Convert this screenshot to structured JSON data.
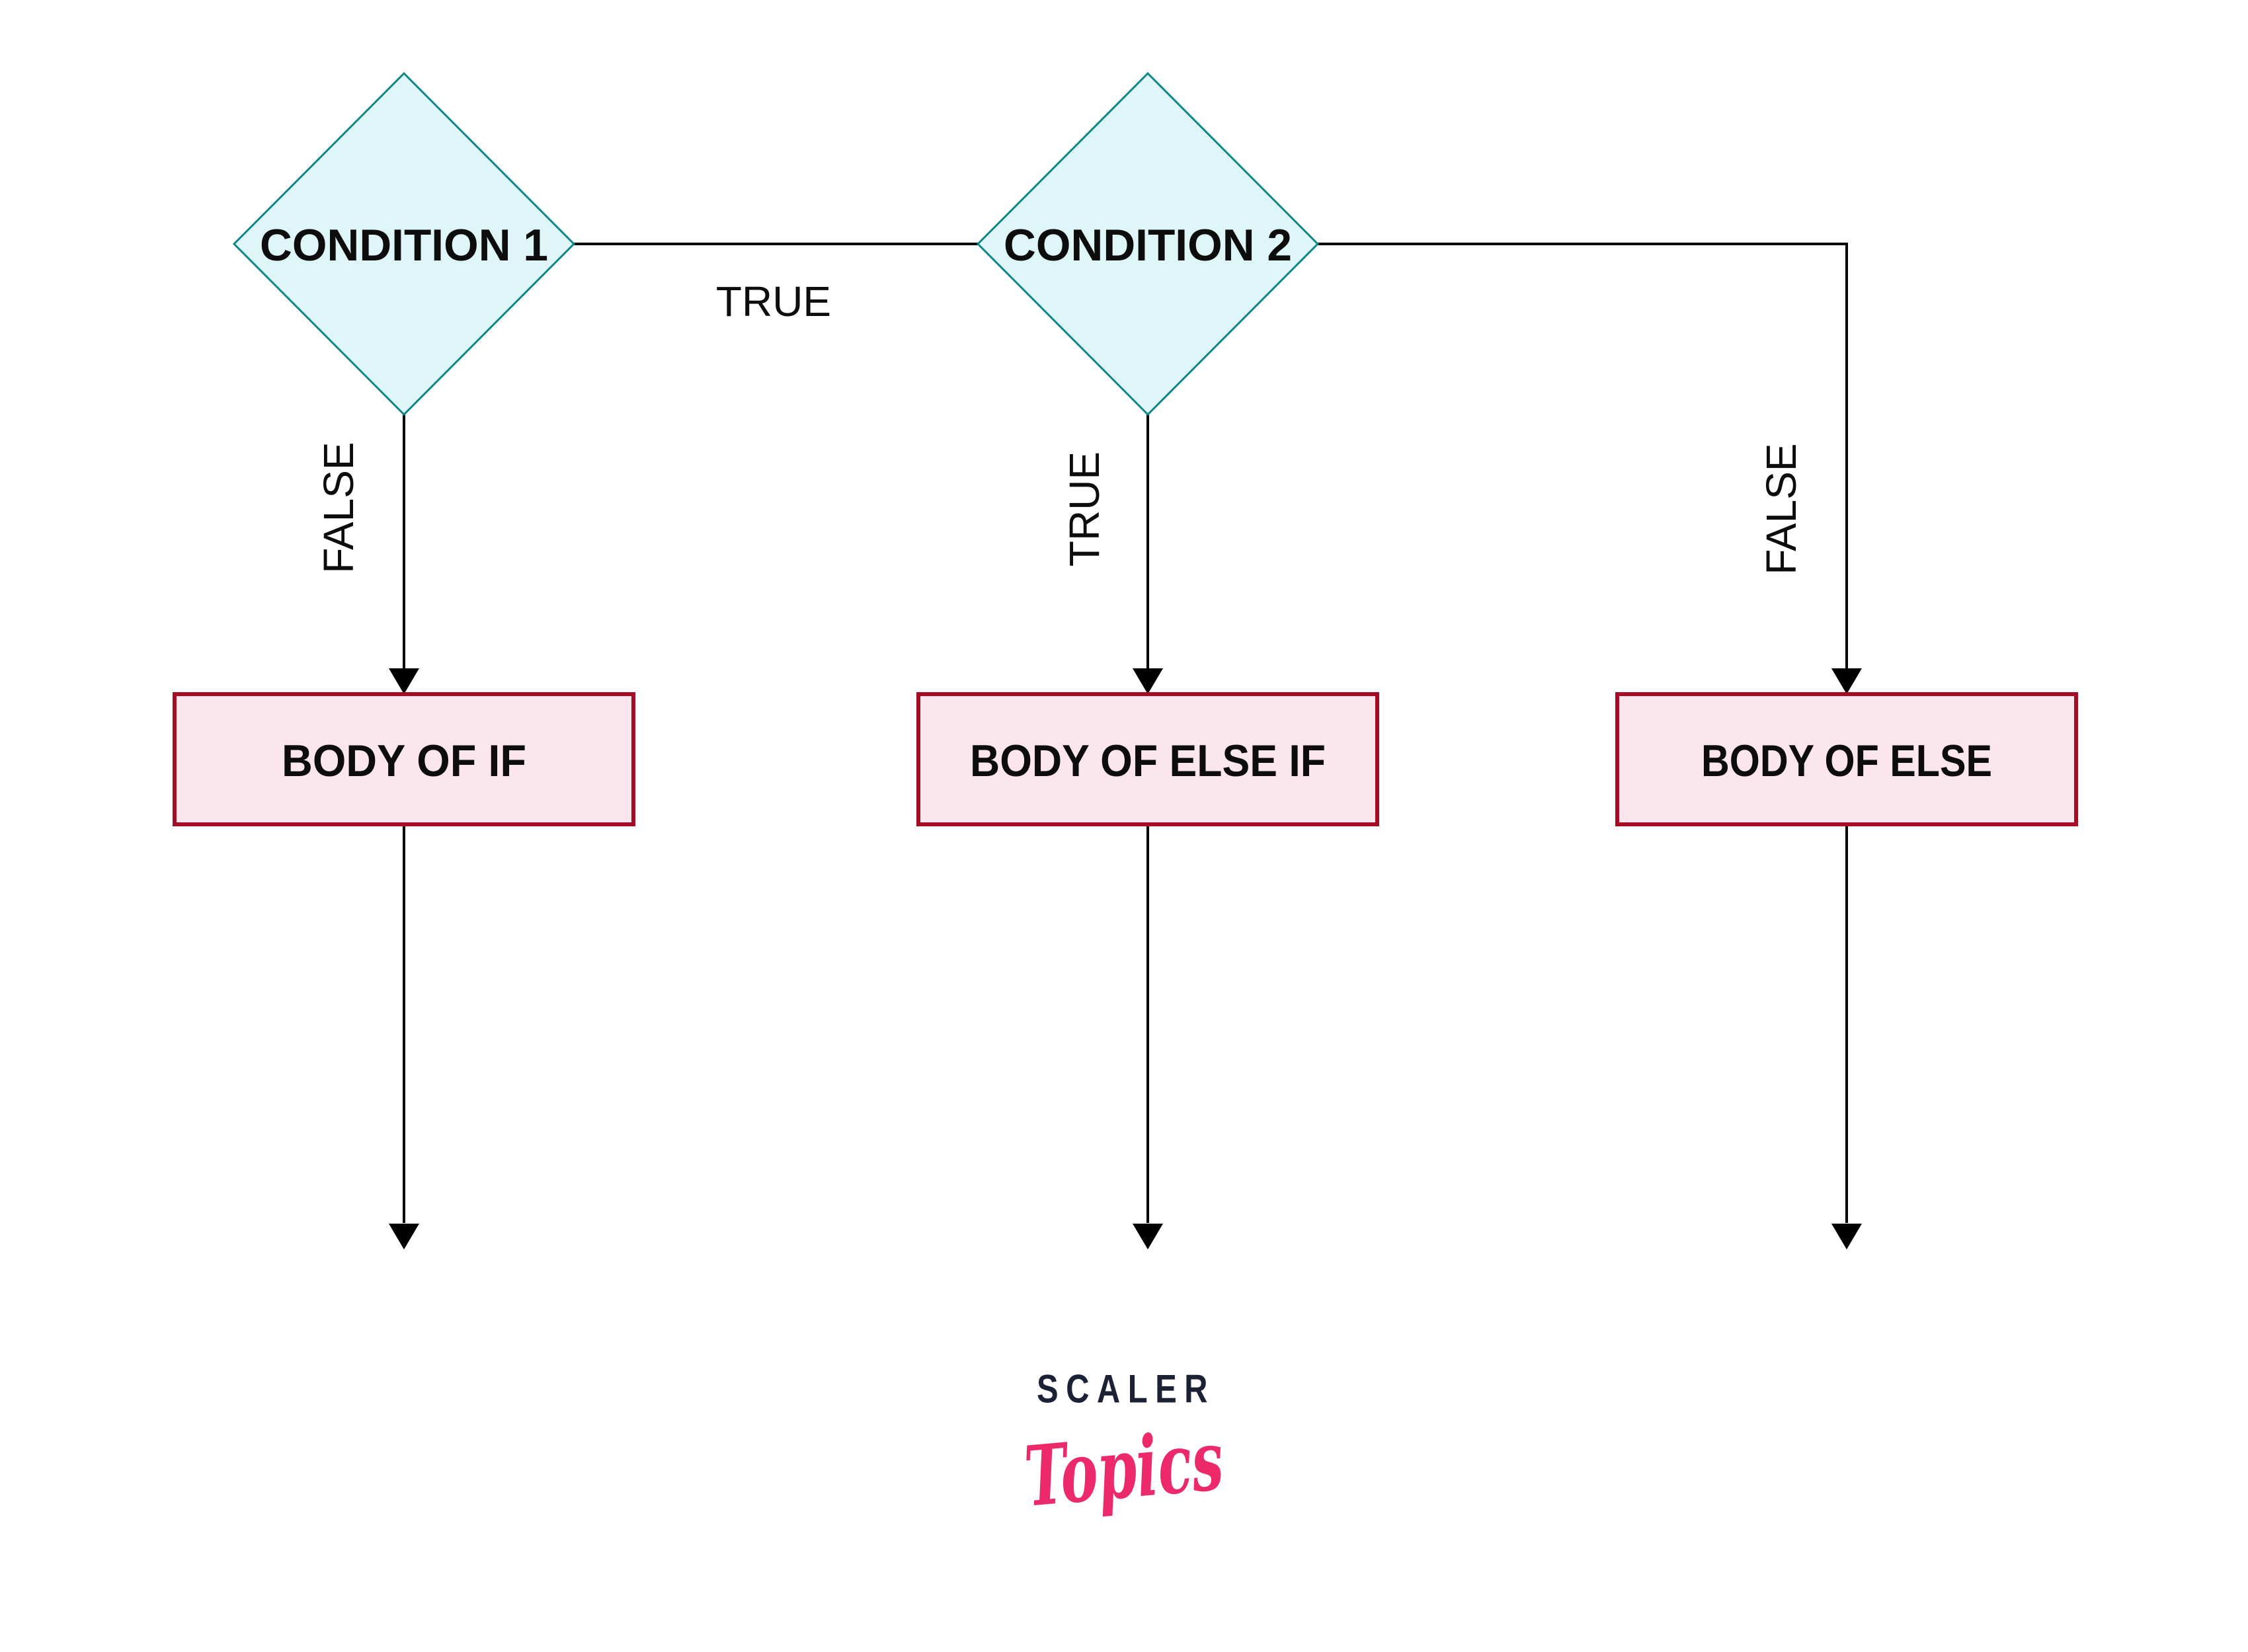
{
  "page": {
    "background": "#ffffff"
  },
  "diagram": {
    "type": "flowchart",
    "line_color": "#000000",
    "text_color": "#0d0d0d",
    "decision_style": {
      "fill": "#def6f8",
      "border": "#0f8789"
    },
    "process_style": {
      "fill": "#fce6ee",
      "border": "#a50d26"
    },
    "decisions": [
      {
        "label": "CONDITION 1"
      },
      {
        "label": "CONDITION 2"
      }
    ],
    "processes": [
      {
        "label": "BODY OF IF"
      },
      {
        "label": "BODY OF ELSE IF"
      },
      {
        "label": "BODY OF ELSE"
      }
    ],
    "edge_labels": [
      {
        "text": "TRUE",
        "meaning": "condition1 true -> evaluate condition2"
      },
      {
        "text": "FALSE",
        "meaning": "condition1 false -> body of if"
      },
      {
        "text": "TRUE",
        "meaning": "condition2 true -> body of else if"
      },
      {
        "text": "FALSE",
        "meaning": "condition2 false -> body of else"
      }
    ]
  },
  "logo": {
    "brand": "SCALER",
    "script": "Topics",
    "brand_color": "#1b2236",
    "script_color": "#ed2a69"
  }
}
